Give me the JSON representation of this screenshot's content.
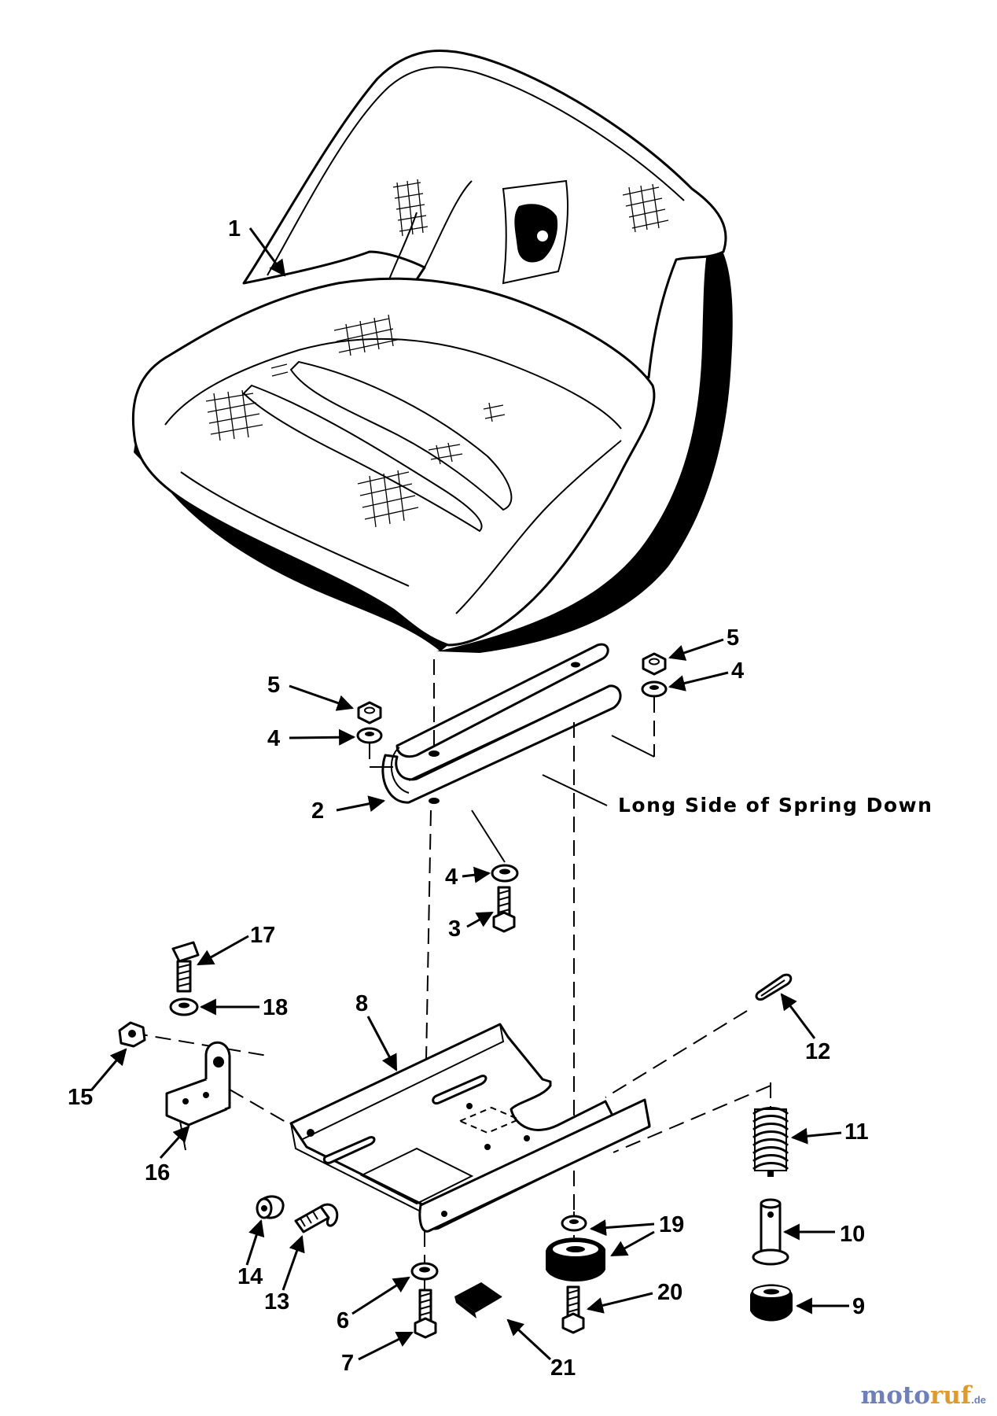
{
  "labels": {
    "l1": "1",
    "l2": "2",
    "l3": "3",
    "l4a": "4",
    "l4b": "4",
    "l4c": "4",
    "l5a": "5",
    "l5b": "5",
    "l6": "6",
    "l7": "7",
    "l8": "8",
    "l9": "9",
    "l10": "10",
    "l11": "11",
    "l12": "12",
    "l13": "13",
    "l14": "14",
    "l15": "15",
    "l16": "16",
    "l17": "17",
    "l18": "18",
    "l19": "19",
    "l20": "20",
    "l21": "21"
  },
  "note": "Long Side of Spring Down",
  "watermark": {
    "brand_a": "moto",
    "brand_b": "ruf",
    "suffix": ".de"
  }
}
